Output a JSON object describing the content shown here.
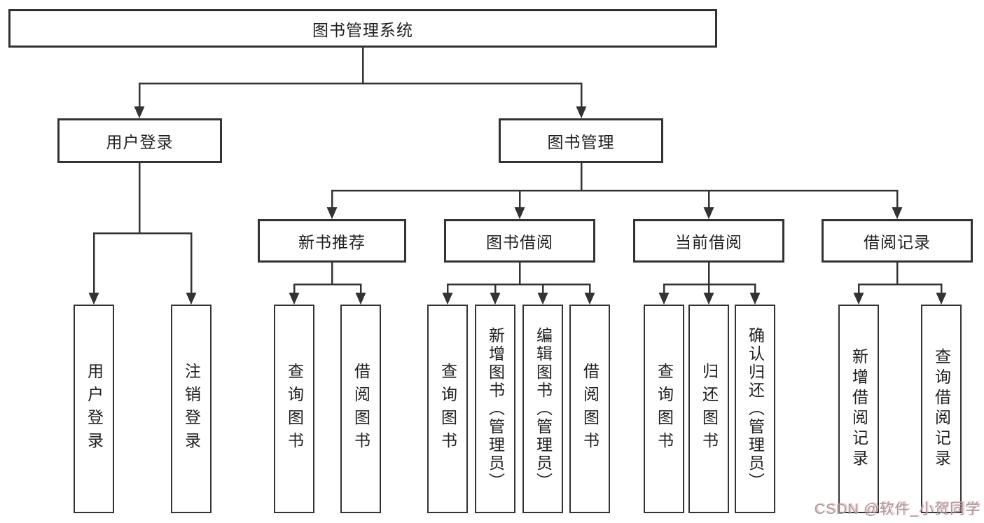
{
  "diagram_title": "图书管理系统",
  "tree": {
    "label": "图书管理系统",
    "children": [
      {
        "label": "用户登录",
        "children": [
          {
            "label": "用户登录"
          },
          {
            "label": "注销登录"
          }
        ]
      },
      {
        "label": "图书管理",
        "children": [
          {
            "label": "新书推荐",
            "children": [
              {
                "label": "查询图书"
              },
              {
                "label": "借阅图书"
              }
            ]
          },
          {
            "label": "图书借阅",
            "children": [
              {
                "label": "查询图书"
              },
              {
                "label": "新增图书（管理员）"
              },
              {
                "label": "编辑图书（管理员）"
              },
              {
                "label": "借阅图书"
              }
            ]
          },
          {
            "label": "当前借阅",
            "children": [
              {
                "label": "查询图书"
              },
              {
                "label": "归还图书"
              },
              {
                "label": "确认归还（管理员）"
              }
            ]
          },
          {
            "label": "借阅记录",
            "children": [
              {
                "label": "新增借阅记录"
              },
              {
                "label": "查询借阅记录"
              }
            ]
          }
        ]
      }
    ]
  },
  "watermark": {
    "text": "CSDN @软件_小贺同学"
  },
  "colors": {
    "line": "#333333",
    "box_border": "#333333",
    "text": "#1f1f1f",
    "background": "#ffffff",
    "watermark_text": "#a0a0a0",
    "watermark_accent": "#f7909f"
  }
}
